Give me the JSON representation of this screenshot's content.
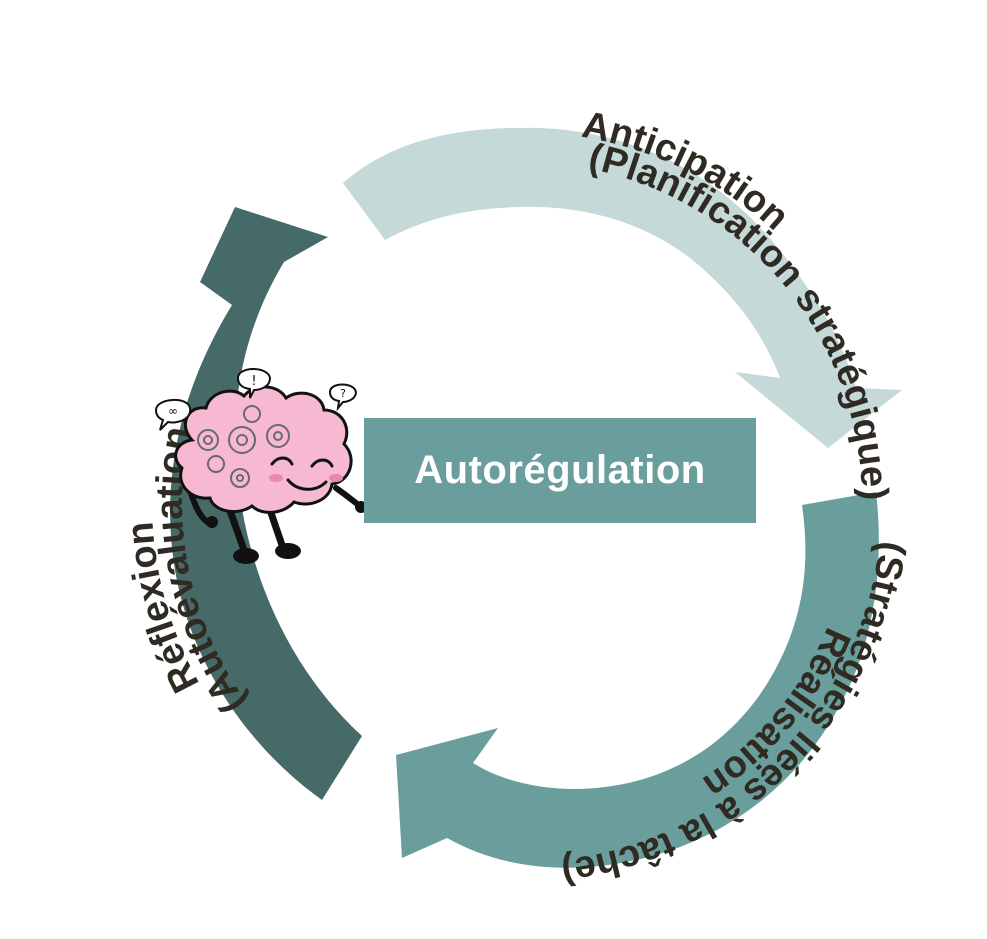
{
  "center": {
    "title": "Autorégulation",
    "box_color": "#6a9e9c"
  },
  "phases": [
    {
      "title": "Anticipation",
      "subtitle": "(Planification stratégique)",
      "arrow_color": "#c5d9d8"
    },
    {
      "title": "Réalisation",
      "subtitle": "(Stratégies liées à la tâche)",
      "arrow_color": "#6a9e9c"
    },
    {
      "title": "Réflexion",
      "subtitle": "(Autoévaluation)",
      "arrow_color": "#466a68"
    }
  ],
  "mascot": {
    "icon": "brain-mascot-icon",
    "bubbles": [
      "∞",
      "!",
      "?"
    ]
  },
  "text_color": "#2f2a22"
}
